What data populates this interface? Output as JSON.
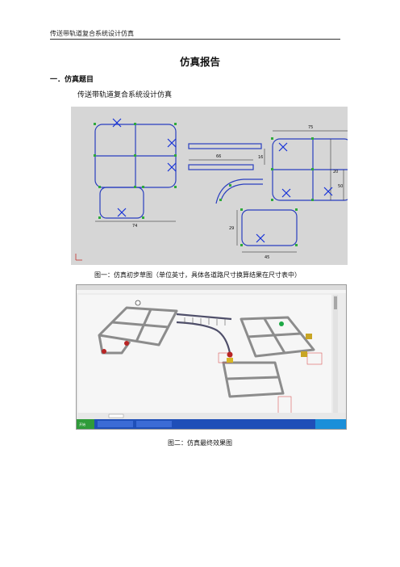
{
  "header": {
    "text": "传送带轨道复合系统设计仿真"
  },
  "title": "仿真报告",
  "section1": {
    "heading": "一．仿真题目",
    "body": "传送带轨道复合系统设计仿真"
  },
  "figure1": {
    "caption": "图一：仿真初步草图（单位英寸，具体各道路尺寸换算结果在尺寸表中）",
    "dimensions": [
      "74",
      "66",
      "75",
      "45",
      "20",
      "50",
      "29",
      "16"
    ],
    "colors": {
      "background": "#d6d6d6",
      "track": "#2a3fbf",
      "marker": "#2eaa3a",
      "cross": "#1430d8"
    }
  },
  "figure2": {
    "caption": "图二：仿真最终效果图",
    "start_label": "开始",
    "colors": {
      "floor": "#ececec",
      "track": "#8c8c8c",
      "taskbar": "#1f4fb8",
      "start": "#2f9b3a"
    }
  },
  "icons": {
    "cross_marker": "x-mark-icon",
    "point_marker": "green-square-icon",
    "start": "start-button-icon"
  }
}
